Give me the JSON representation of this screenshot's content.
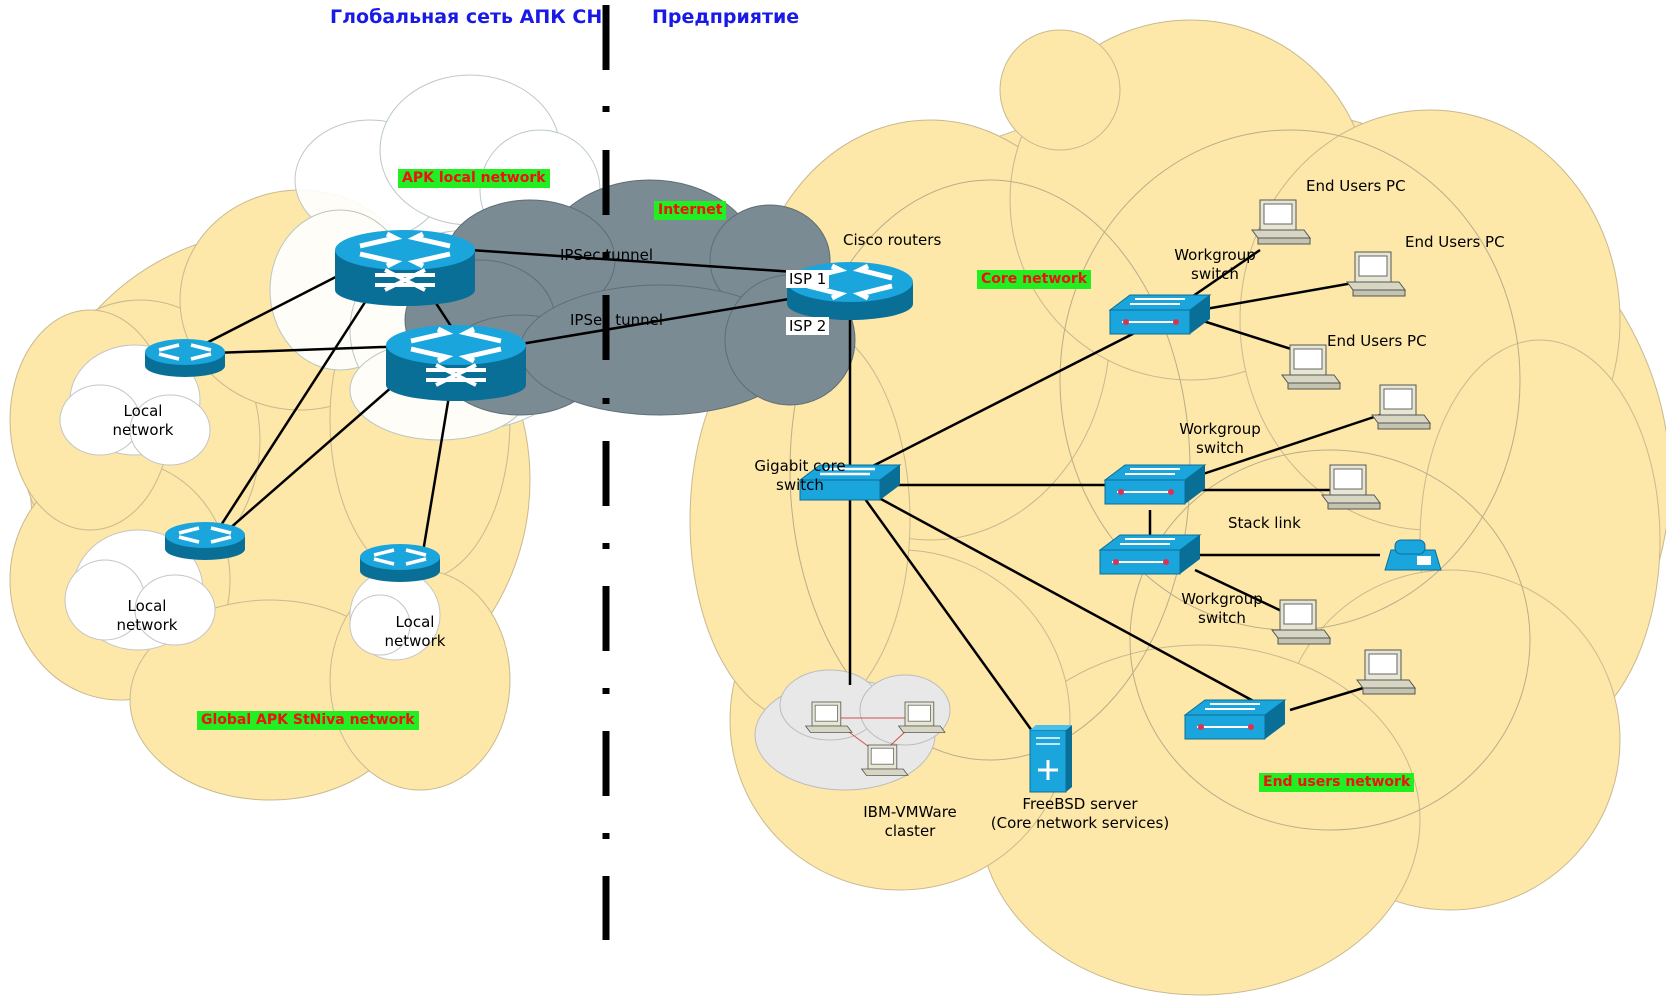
{
  "headers": {
    "left": "Глобальная сеть АПК СН",
    "right": "Предприятие"
  },
  "tags": {
    "apk_local": "APK local network",
    "internet": "Internet",
    "core": "Core network",
    "global": "Global APK StNiva network",
    "end_users": "End users network"
  },
  "labels": {
    "ipsec1": "IPSec tunnel",
    "ipsec2": "IPSec tunnel",
    "isp1": "ISP 1",
    "isp2": "ISP 2",
    "cisco_routers": "Cisco routers",
    "local_network_1": [
      "Local",
      "network"
    ],
    "local_network_2": [
      "Local",
      "network"
    ],
    "local_network_3": [
      "Local",
      "network"
    ],
    "gigabit_core_switch": [
      "Gigabit core",
      "switch"
    ],
    "workgroup_switch_1": [
      "Workgroup",
      "switch"
    ],
    "workgroup_switch_2": [
      "Workgroup",
      "switch"
    ],
    "workgroup_switch_3": [
      "Workgroup",
      "switch"
    ],
    "stack_link": "Stack link",
    "end_users_pc_1": "End Users PC",
    "end_users_pc_2": "End Users PC",
    "end_users_pc_3": "End Users PC",
    "ibm_vmware": [
      "IBM-VMWare",
      "claster"
    ],
    "freebsd": [
      "FreeBSD server",
      "(Core network services)"
    ]
  },
  "colors": {
    "cloud_fill": "#fde7a9",
    "internet_cloud": "#7a8b94",
    "device_blue": "#1aa5dc",
    "device_dark": "#0a6f97",
    "tag_bg": "#22ee22",
    "tag_text": "#ee1111",
    "header_text": "#1a1ae6"
  }
}
